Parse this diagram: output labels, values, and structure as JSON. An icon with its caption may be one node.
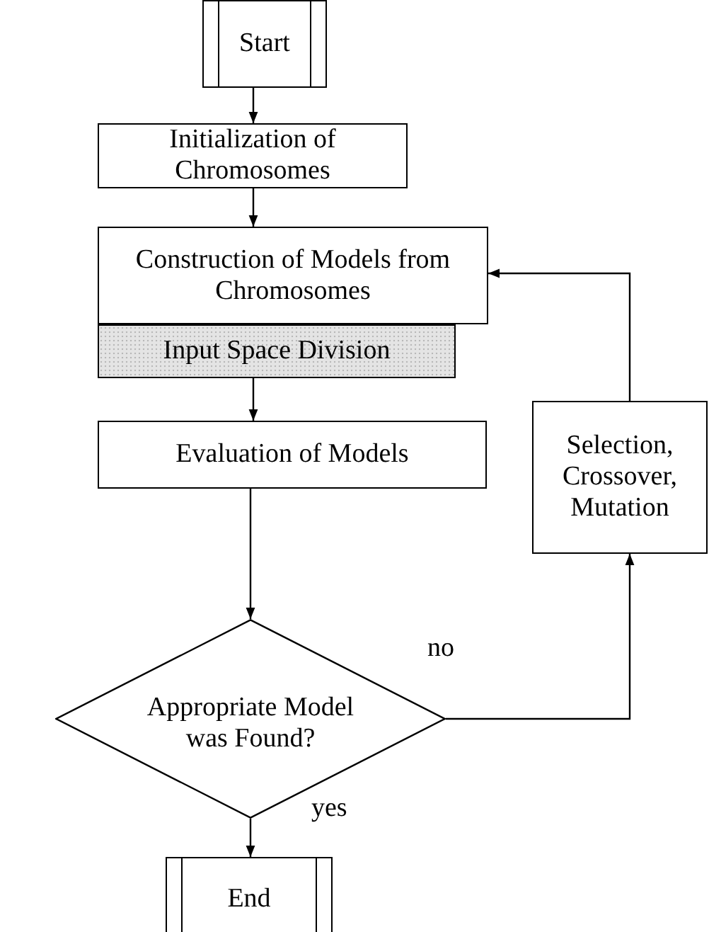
{
  "diagram": {
    "nodes": [
      {
        "text": [
          "Start"
        ]
      },
      {
        "text": [
          "Initialization of Chromosomes"
        ]
      },
      {
        "text": [
          "Construction of Models from Chromosomes"
        ]
      },
      {
        "text": [
          "Input Space Division"
        ]
      },
      {
        "text": [
          "Evaluation of Models"
        ]
      },
      {
        "text": [
          "Appropriate Model was Found?"
        ]
      },
      {
        "text": [
          "Selection, Crossover, Mutation"
        ]
      },
      {
        "text": [
          "End"
        ]
      }
    ],
    "edges": [
      {
        "from": 0,
        "to": 1,
        "arrow": "to"
      },
      {
        "from": 1,
        "to": 2,
        "arrow": "to"
      },
      {
        "from": 3,
        "to": 4,
        "arrow": "to"
      },
      {
        "from": 4,
        "to": 5,
        "arrow": "to"
      },
      {
        "from": 5,
        "to": 6,
        "arrow": "to",
        "label": "no"
      },
      {
        "from": 6,
        "to": 2,
        "arrow": "to"
      },
      {
        "from": 5,
        "to": 7,
        "arrow": "to",
        "label": "yes"
      }
    ]
  }
}
